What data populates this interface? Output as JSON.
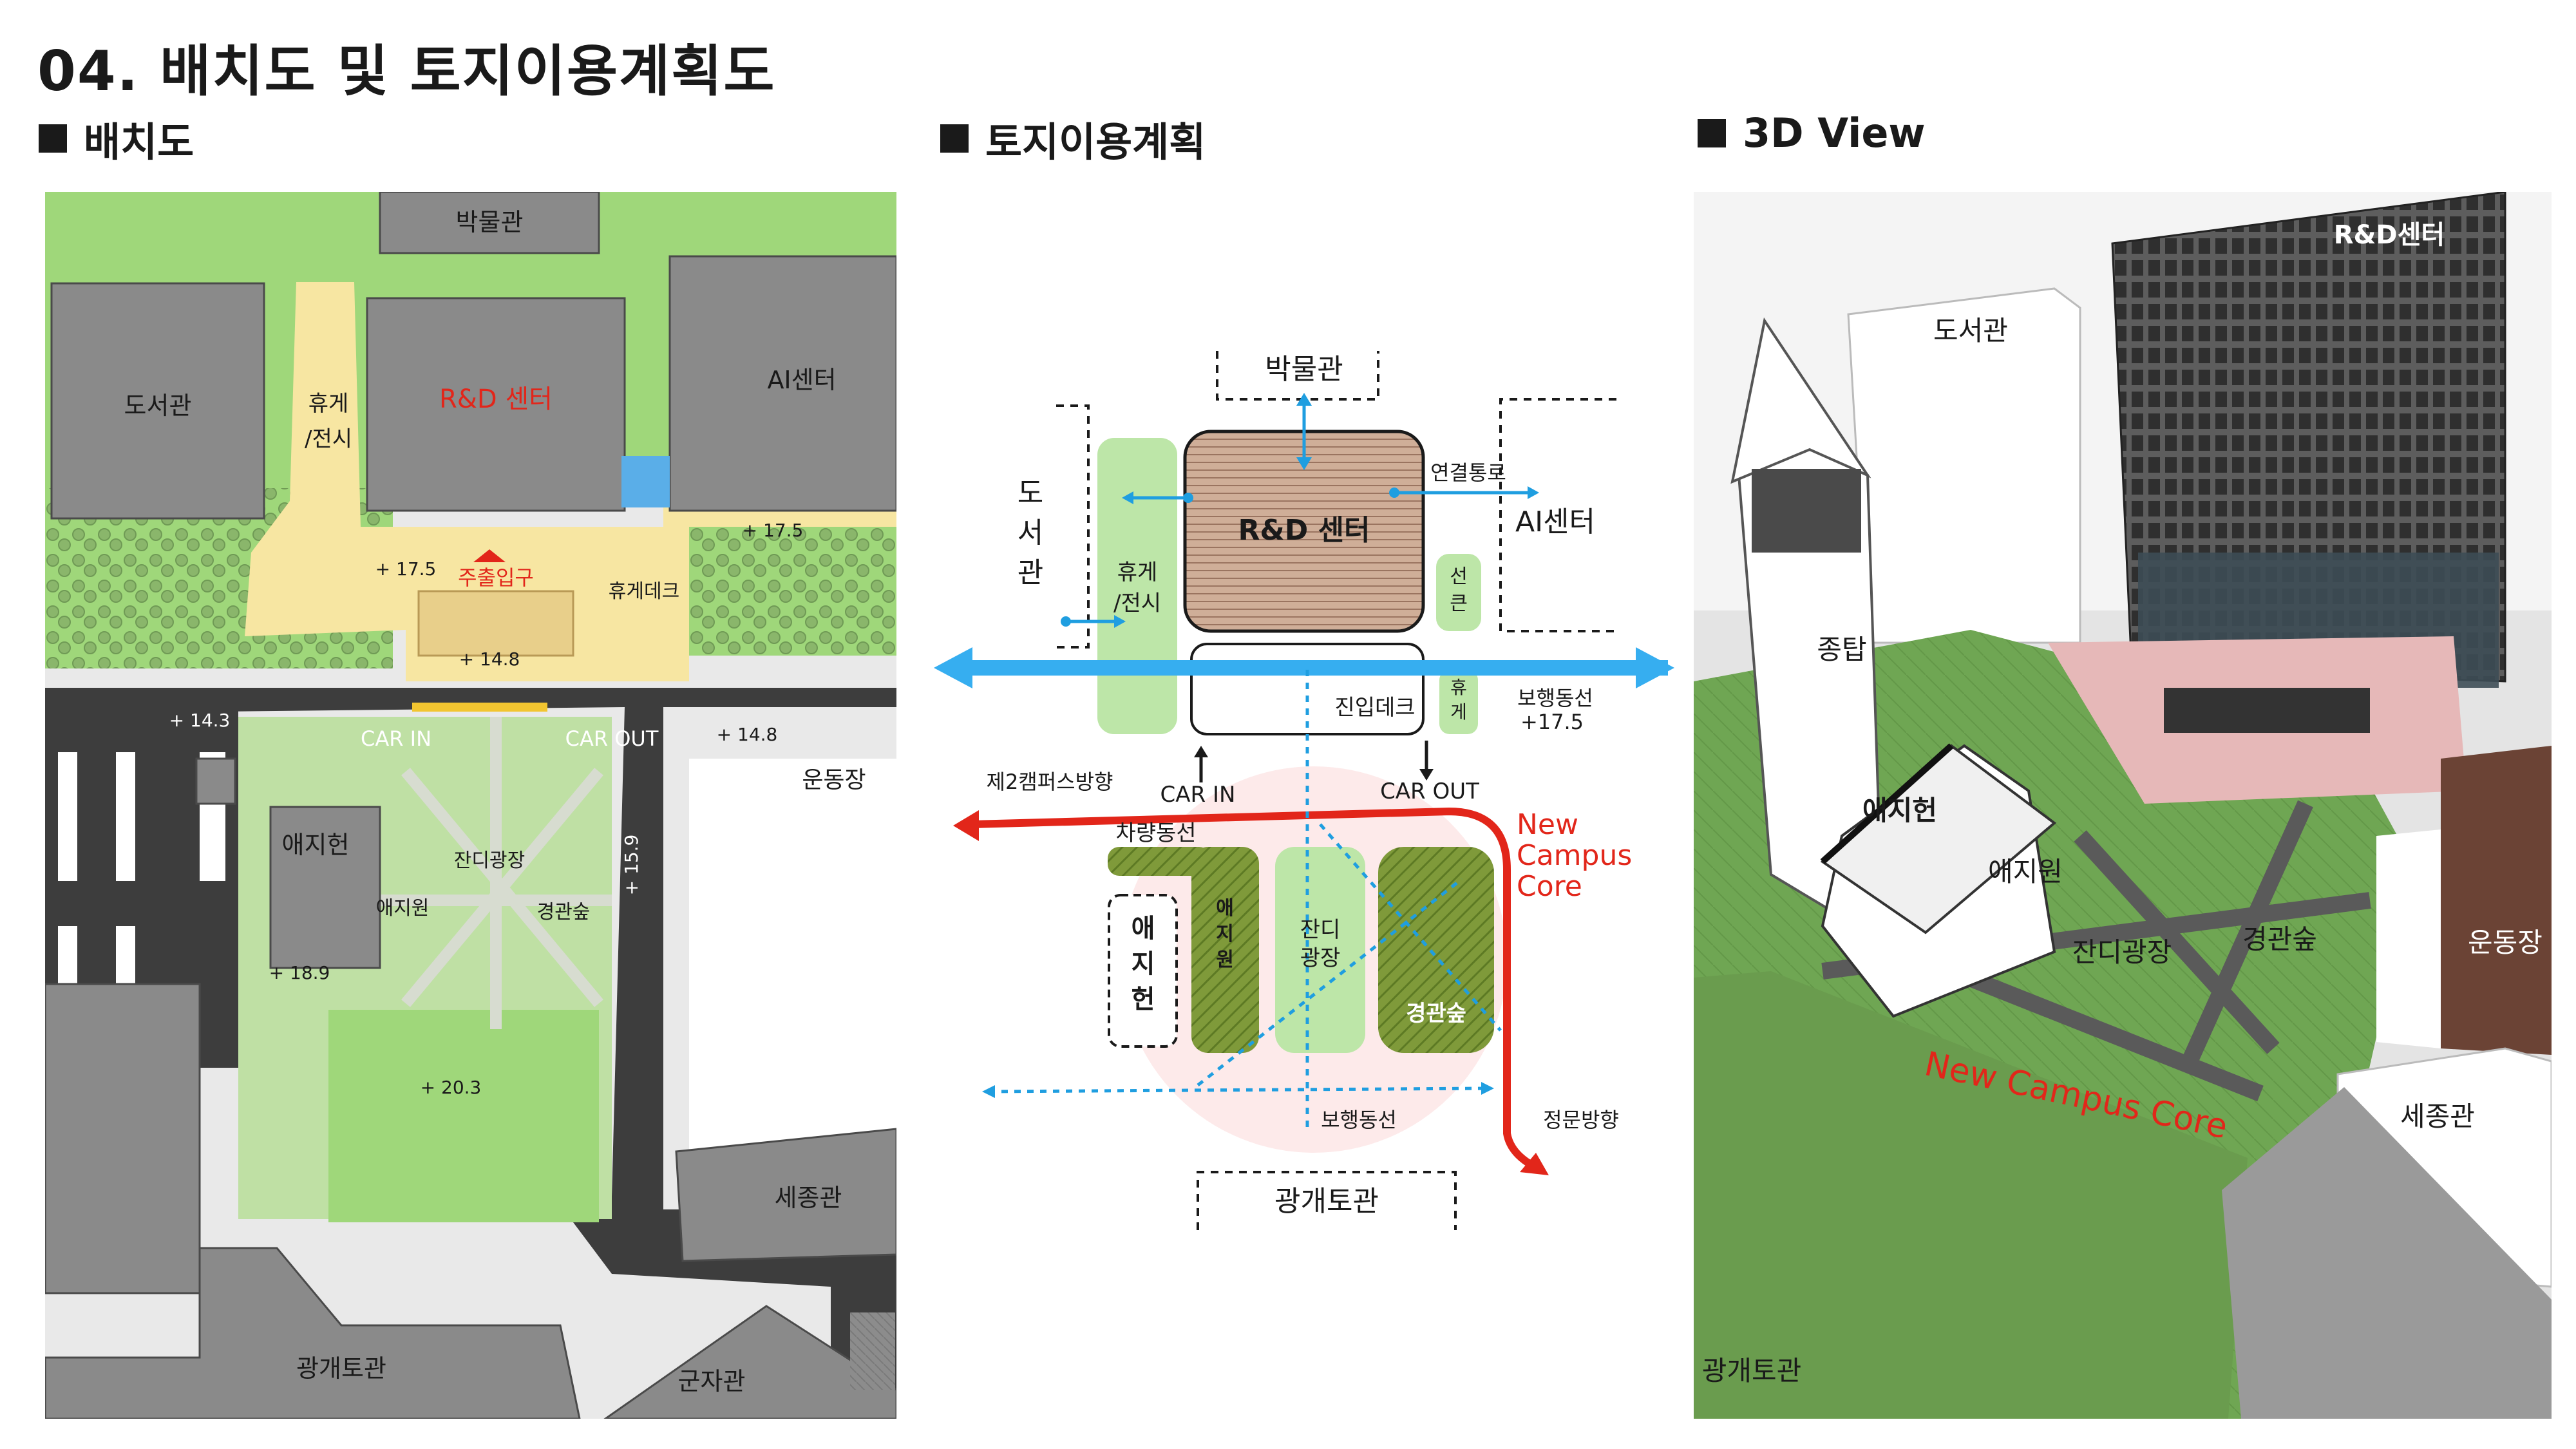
{
  "page_title": "04. 배치도 및 토지이용계획도",
  "sections": {
    "site_plan": "배치도",
    "land_use": "토지이용계획",
    "view3d": "3D View"
  },
  "site_plan": {
    "buildings": {
      "museum": "박물관",
      "library": "도서관",
      "rest": "휴게\n/전시",
      "rnd": "R&D 센터",
      "ai": "AI센터",
      "aeji": "애지헌",
      "sejong": "세종관",
      "gwanggaeto": "광개토관",
      "gunja": "군자관",
      "field": "운동장"
    },
    "labels": {
      "entrance": "주출입구",
      "rest_deck": "휴게데크",
      "car_in": "CAR IN",
      "car_out": "CAR OUT",
      "lawn": "잔디광장",
      "aeji_garden": "애지원",
      "forest": "경관숲"
    },
    "elevations": {
      "e175a": "+ 17.5",
      "e175b": "+ 17.5",
      "e148a": "+ 14.8",
      "e148b": "+ 14.8",
      "e143": "+ 14.3",
      "e159": "+ 15.9",
      "e189": "+ 18.9",
      "e203": "+ 20.3"
    }
  },
  "land_use": {
    "museum": "박물관",
    "library": "도\n서\n관",
    "rest": "휴게\n/전시",
    "rnd": "R&D 센터",
    "link": "연결통로",
    "ai": "AI센터",
    "ancillary": "선\n큰",
    "rest_small": "휴\n게",
    "ped_line_top": "보행동선",
    "ped_elev": "+17.5",
    "entry_deck": "진입데크",
    "car_in": "CAR IN",
    "car_out": "CAR OUT",
    "campus2": "제2캠퍼스방향",
    "vehicle_line": "차량동선",
    "new_core": "New\nCampus\nCore",
    "aeji": "애\n지\n헌",
    "aeji_garden": "애\n지\n원",
    "lawn": "잔디\n광장",
    "forest": "경관숲",
    "ped_line_bottom": "보행동선",
    "main_gate": "정문방향",
    "gwanggaeto": "광개토관"
  },
  "view3d": {
    "rnd": "R&D센터",
    "library": "도서관",
    "tower": "종탑",
    "aeji": "애지헌",
    "aeji_garden": "애지원",
    "lawn": "잔디광장",
    "forest": "경관숲",
    "field": "운동장",
    "core": "New Campus Core",
    "sejong": "세종관",
    "gwanggaeto": "광개토관"
  },
  "colors": {
    "accent_red": "#e2261a",
    "blue_path": "#1f9ee0",
    "lawn_green": "#9fd77a",
    "deck_yellow": "#f7e6a2",
    "building_gray": "#8a8a8a",
    "road_dark": "#3d3d3d"
  }
}
